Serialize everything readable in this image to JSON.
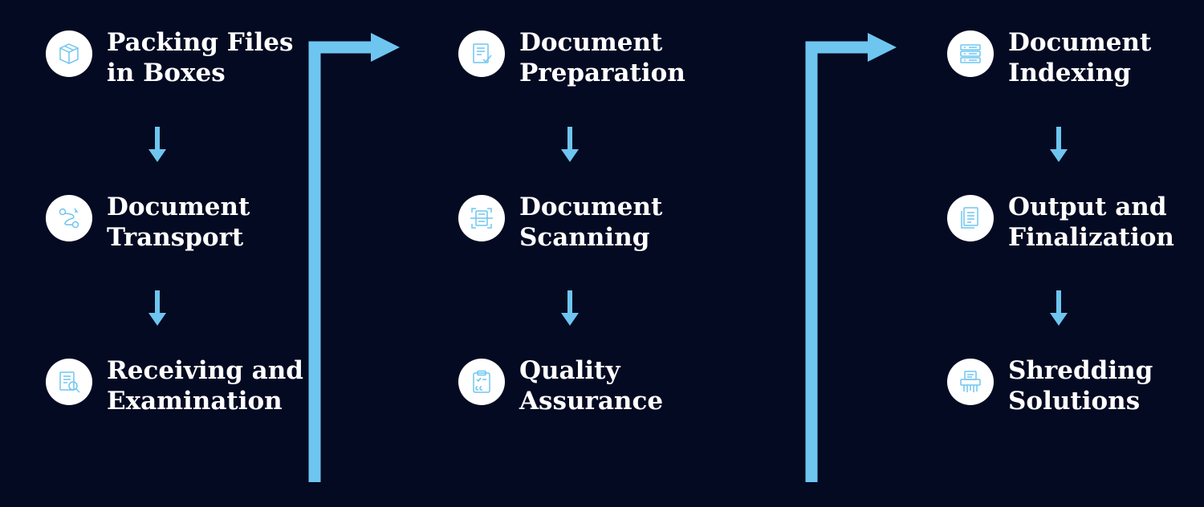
{
  "colors": {
    "background": "#040a22",
    "accent": "#6ec5f0",
    "text": "#ffffff"
  },
  "columns": [
    {
      "steps": [
        {
          "line1": "Packing Files",
          "line2": "in Boxes",
          "icon": "box-icon"
        },
        {
          "line1": "Document",
          "line2": "Transport",
          "icon": "route-icon"
        },
        {
          "line1": "Receiving and",
          "line2": "Examination",
          "icon": "document-search-icon"
        }
      ]
    },
    {
      "steps": [
        {
          "line1": "Document",
          "line2": "Preparation",
          "icon": "document-check-icon"
        },
        {
          "line1": "Document",
          "line2": "Scanning",
          "icon": "scan-icon"
        },
        {
          "line1": "Quality",
          "line2": "Assurance",
          "icon": "qc-clipboard-icon"
        }
      ]
    },
    {
      "steps": [
        {
          "line1": "Document",
          "line2": "Indexing",
          "icon": "index-list-icon"
        },
        {
          "line1": "Output and",
          "line2": "Finalization",
          "icon": "output-document-icon"
        },
        {
          "line1": "Shredding",
          "line2": "Solutions",
          "icon": "shredder-icon"
        }
      ]
    }
  ]
}
